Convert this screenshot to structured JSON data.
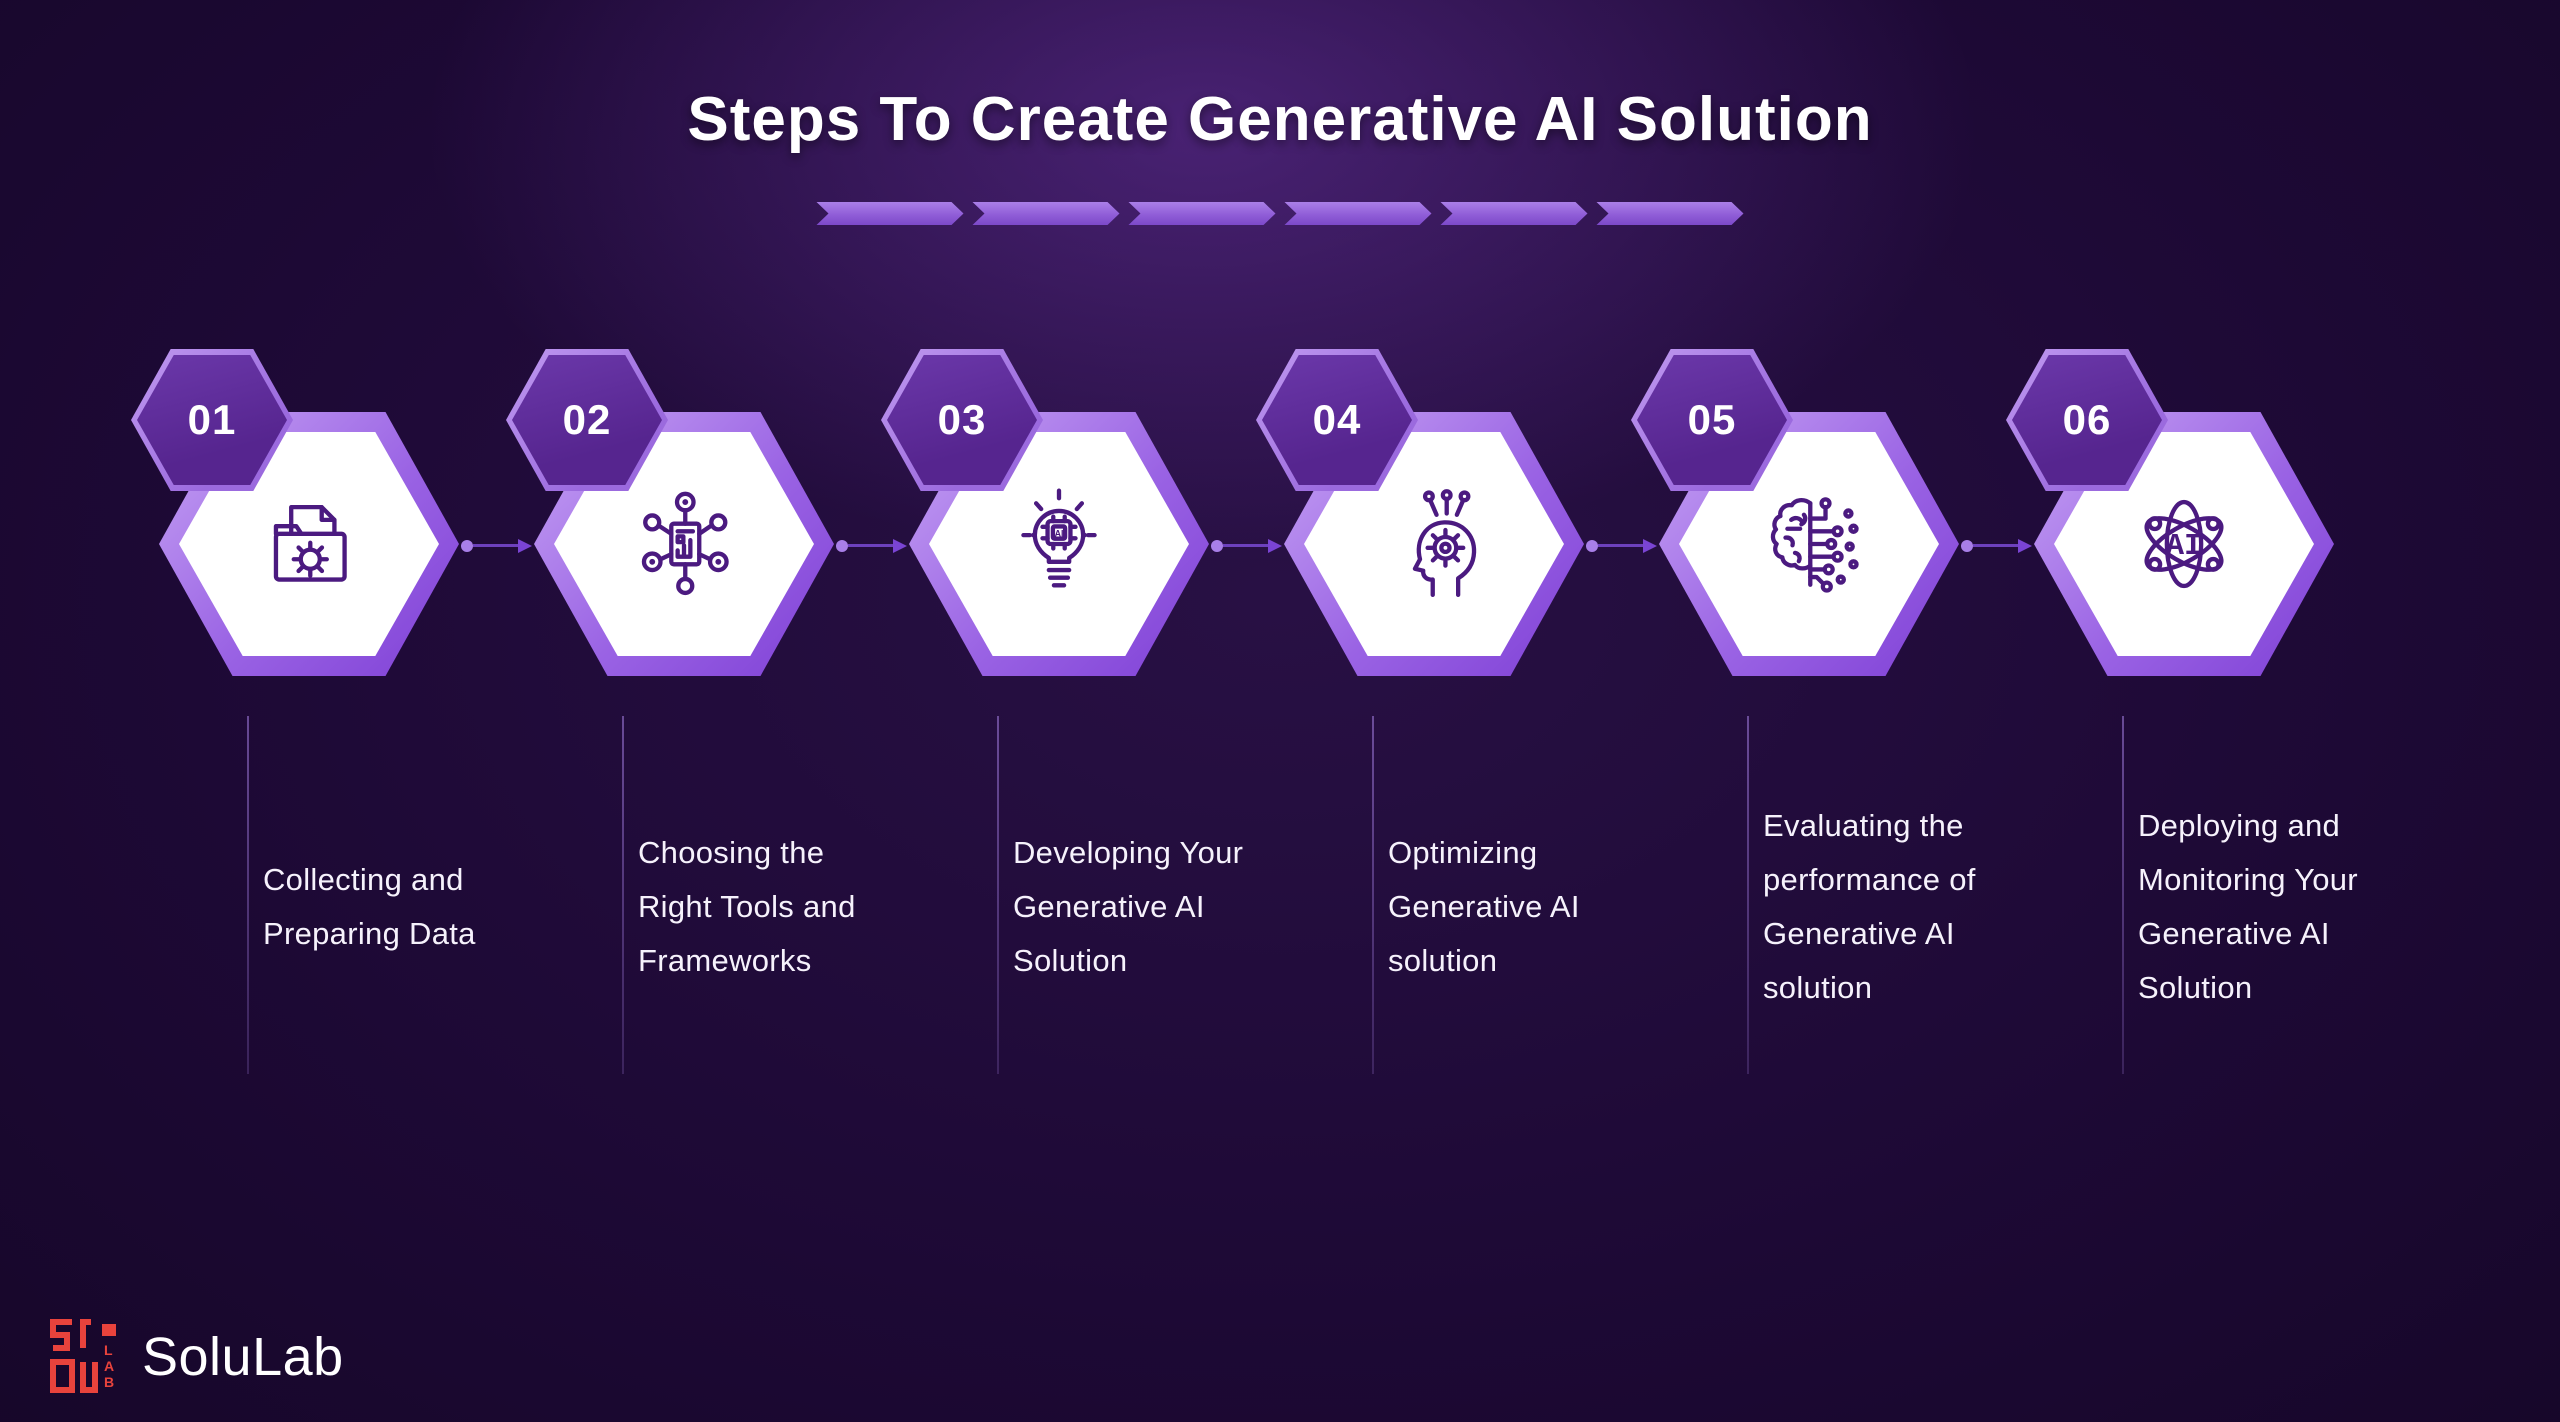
{
  "title": "Steps To Create Generative AI Solution",
  "accent_colors": {
    "hexagon_border": "#9a63e4",
    "badge_fill": "#56258f",
    "background": "#1d0935",
    "logo_red": "#e8433c"
  },
  "steps": [
    {
      "number": "01",
      "icon": "folder-gear-icon",
      "description": "Collecting and\nPreparing Data"
    },
    {
      "number": "02",
      "icon": "network-nodes-icon",
      "description": "Choosing the\nRight Tools and\nFrameworks"
    },
    {
      "number": "03",
      "icon": "bulb-ai-chip-icon",
      "description": "Developing Your\nGenerative AI\nSolution"
    },
    {
      "number": "04",
      "icon": "head-gear-icon",
      "description": "Optimizing\nGenerative AI\nsolution"
    },
    {
      "number": "05",
      "icon": "brain-circuit-icon",
      "description": "Evaluating the\nperformance of\nGenerative AI\nsolution"
    },
    {
      "number": "06",
      "icon": "atom-ai-icon",
      "description": "Deploying and\nMonitoring Your\nGenerative AI\nSolution"
    }
  ],
  "icons": {
    "ai_label": "AI"
  },
  "logo": {
    "name": "SoluLab",
    "lab_letters": [
      "L",
      "A",
      "B"
    ]
  }
}
